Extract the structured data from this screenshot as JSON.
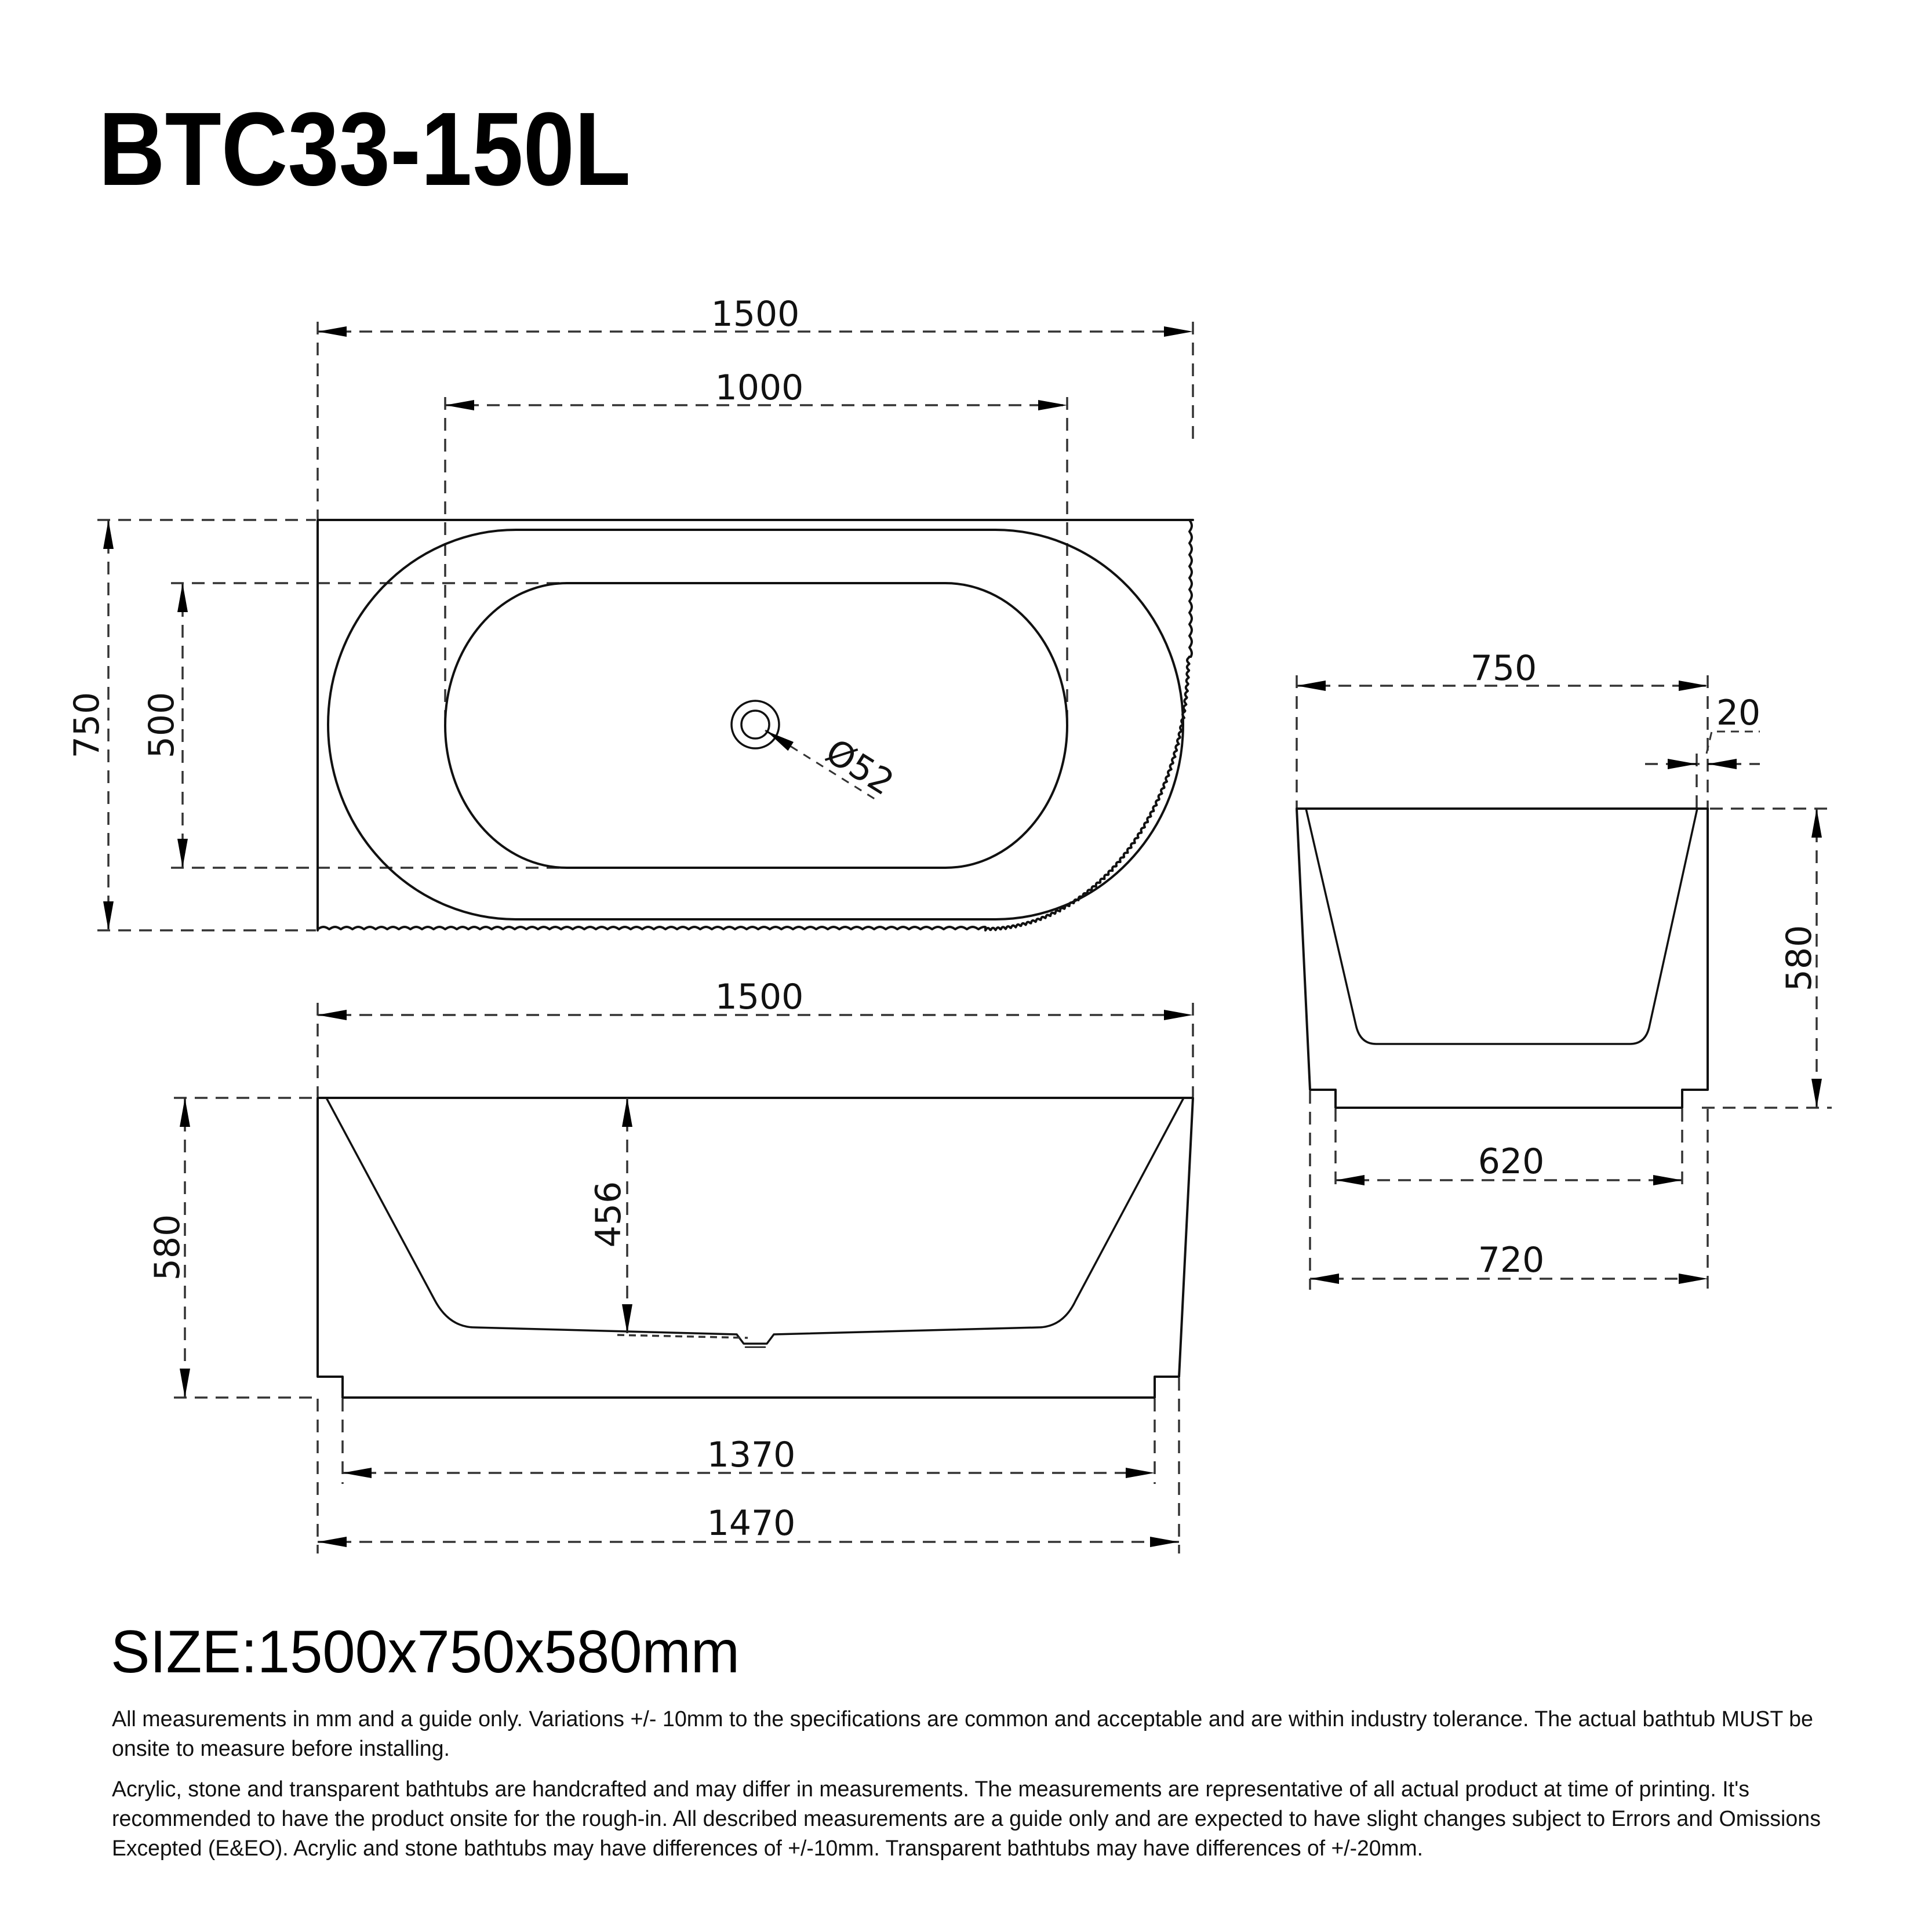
{
  "title": "BTC33-150L",
  "plan_view": {
    "overall_length": "1500",
    "inner_length": "1000",
    "overall_width": "750",
    "inner_width": "500",
    "drain_diameter": "Ø52"
  },
  "front_view": {
    "overall_length": "1500",
    "height": "580",
    "depth": "456",
    "base_length": "1370",
    "bottom_length": "1470"
  },
  "end_view": {
    "overall_width": "750",
    "rim_thickness": "20",
    "height": "580",
    "base_width": "620",
    "bottom_width": "720"
  },
  "size_label": "SIZE:1500x750x580mm",
  "notes": {
    "para1": [
      "All measurements in mm and a guide only. Variations +/- 10mm to the specifications are common and acceptable and are within industry tolerance. The actual bathtub MUST be",
      "onsite to measure before installing."
    ],
    "para2": [
      "Acrylic, stone and transparent bathtubs are handcrafted and may differ in measurements. The measurements are representative of all actual product at time of printing. It's",
      "recommended to have the product onsite for the rough-in. All described measurements are a guide only and are expected to have slight changes subject to Errors and Omissions",
      "Excepted (E&EO). Acrylic and stone bathtubs may have differences of +/-10mm. Transparent bathtubs may have differences of +/-20mm."
    ]
  },
  "colors": {
    "line": "#111111",
    "background": "#ffffff"
  }
}
